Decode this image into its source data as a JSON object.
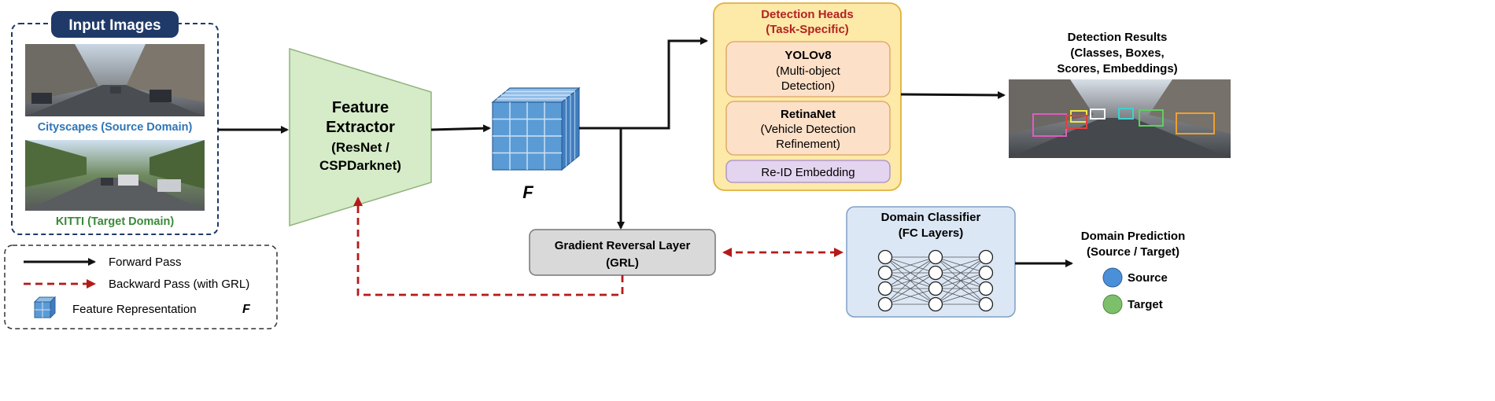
{
  "input_images": {
    "title": "Input Images",
    "source_caption": "Cityscapes (Source Domain)",
    "target_caption": "KITTI (Target Domain)"
  },
  "feature_extractor": {
    "line1": "Feature",
    "line2": "Extractor",
    "line3": "(ResNet /",
    "line4": "CSPDarknet)"
  },
  "feature_label": "F",
  "detection_heads": {
    "title_line1": "Detection Heads",
    "title_line2": "(Task-Specific)",
    "yolo": {
      "line1": "YOLOv8",
      "line2": "(Multi-object",
      "line3": "Detection)"
    },
    "retina": {
      "line1": "RetinaNet",
      "line2": "(Vehicle Detection",
      "line3": "Refinement)"
    },
    "reid": "Re-ID Embedding"
  },
  "detection_results": {
    "line1": "Detection Results",
    "line2": "(Classes, Boxes,",
    "line3": "Scores, Embeddings)"
  },
  "grl": {
    "line1": "Gradient Reversal Layer",
    "line2": "(GRL)"
  },
  "domain_classifier": {
    "line1": "Domain Classifier",
    "line2": "(FC Layers)"
  },
  "domain_prediction": {
    "line1": "Domain Prediction",
    "line2": "(Source / Target)",
    "source_label": "Source",
    "target_label": "Target",
    "source_color": "#4a90d9",
    "target_color": "#7dbf6a"
  },
  "legend": {
    "forward": "Forward Pass",
    "backward": "Backward Pass (with GRL)",
    "feature": "Feature Representation",
    "feature_symbol": "F"
  },
  "colors": {
    "extractor_fill": "#d6ebc8",
    "heads_fill": "#fde9a8",
    "head_box_fill": "#fde0c8",
    "reid_fill": "#e3d4ef",
    "grl_fill": "#d9d9d9",
    "classifier_fill": "#dce7f5",
    "cube_fill": "#5b9bd5",
    "backward_arrow": "#c00000",
    "input_title_fill": "#1f3a68"
  }
}
